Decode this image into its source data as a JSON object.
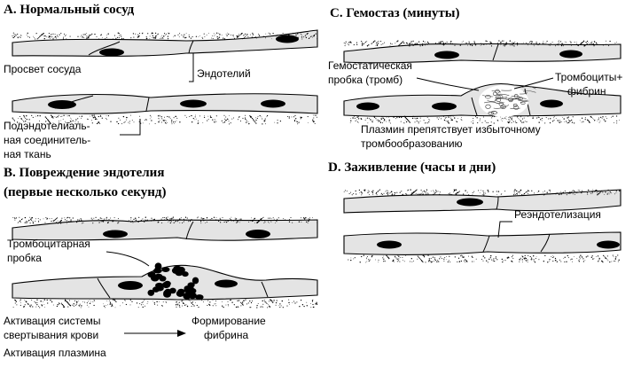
{
  "panels": {
    "a": {
      "title": "А. Нормальный сосуд",
      "labels": {
        "lumen": "Просвет сосуда",
        "endothelium": "Эндотелий",
        "subendothelium": [
          "Подэндотелиаль-",
          "ная соединитель-",
          "ная ткань"
        ]
      }
    },
    "b": {
      "title": [
        "В. Повреждение эндотелия",
        "(первые несколько секунд)"
      ],
      "labels": {
        "platelet_plug": [
          "Тромбоцитарная",
          "пробка"
        ],
        "coag_activation": [
          "Активация системы",
          "свертывания крови"
        ],
        "fibrin_formation": [
          "Формирование",
          "фибрина"
        ],
        "plasmin_activation": "Активация плазмина"
      }
    },
    "c": {
      "title": "С. Гемостаз (минуты)",
      "labels": {
        "hemostatic_plug": [
          "Гемостатическая",
          "пробка (тромб)"
        ],
        "platelets_fibrin": [
          "Тромбоциты+",
          "фибрин"
        ],
        "plasmin_note": [
          "Плазмин препятствует избыточному",
          "тромбообразованию"
        ]
      }
    },
    "d": {
      "title": "D. Заживление (часы и дни)",
      "labels": {
        "reendothelialization": "Реэндотелизация"
      }
    }
  },
  "colors": {
    "cell_fill": "#e4e4e4",
    "ink": "#000000",
    "background": "#ffffff"
  }
}
